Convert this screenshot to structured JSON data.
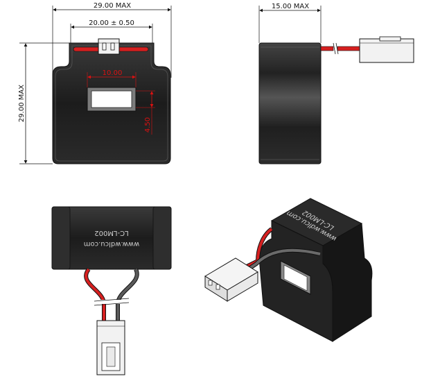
{
  "front_view": {
    "overall_width": "29.00 MAX",
    "connector_span": "20.00 ± 0.50",
    "window_width": "10.00",
    "window_height": "4.50",
    "overall_height": "29.00 MAX"
  },
  "side_view": {
    "depth": "15.00 MAX"
  },
  "marking": {
    "website": "www.wdlcu.com",
    "part_number": "LC-LM002"
  },
  "colors": {
    "body": "#1f1f1f",
    "wire_red": "#d62020",
    "wire_gray": "#5a5a5a",
    "connector": "#f2f2f2"
  }
}
